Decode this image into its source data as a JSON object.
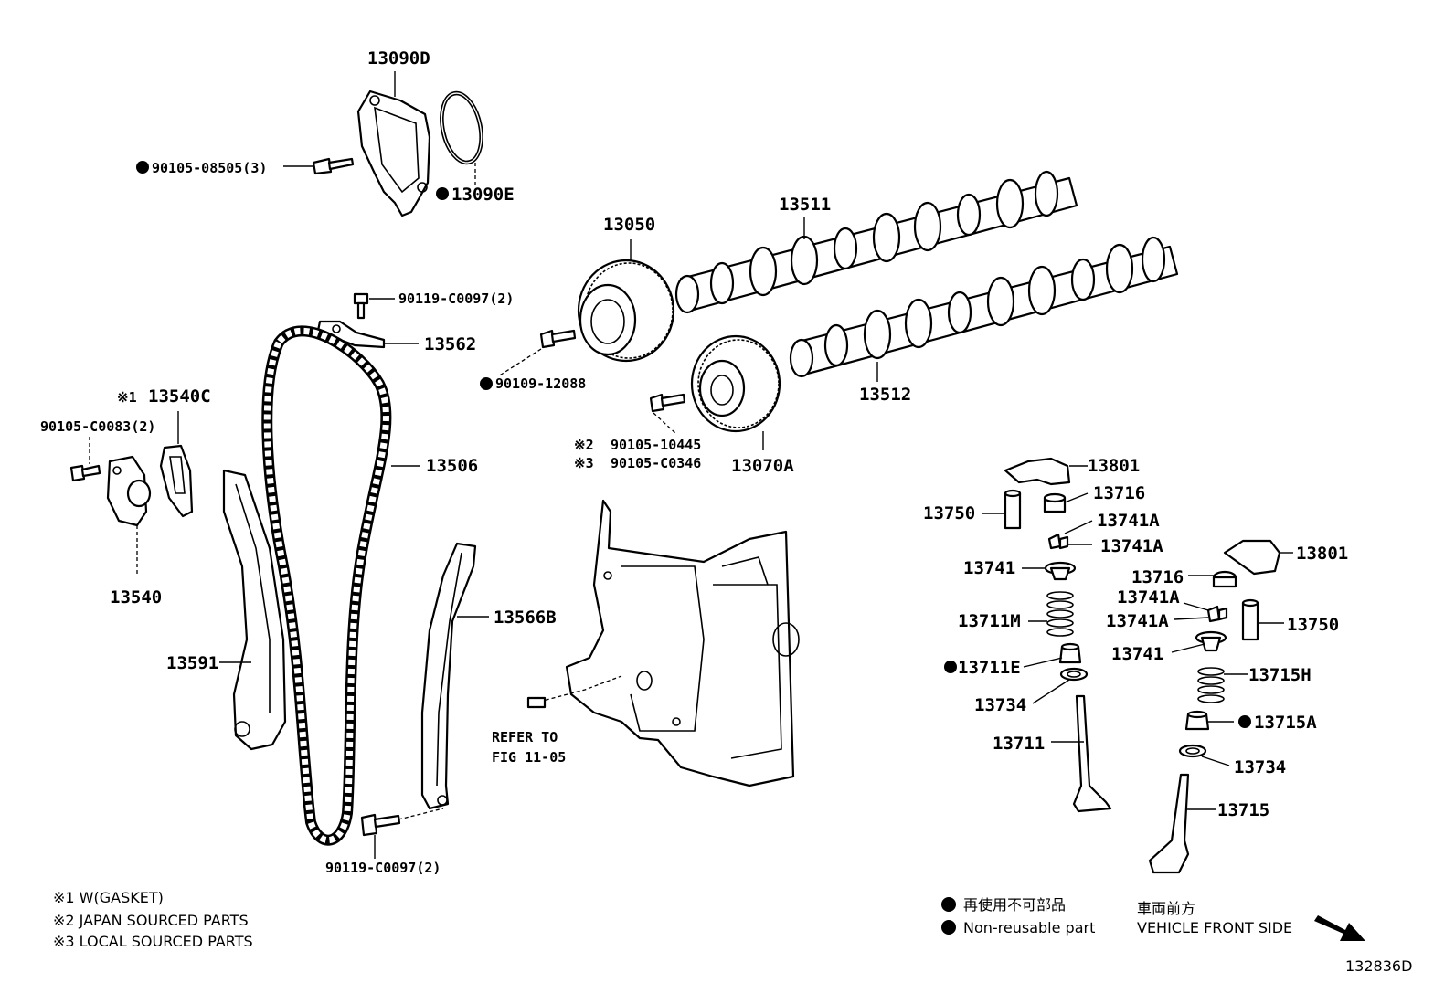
{
  "colors": {
    "ink": "#000000",
    "paper": "#ffffff"
  },
  "labels": {
    "p13090D": "13090D",
    "p90105_08505": "90105-08505(3)",
    "p13090E": "13090E",
    "p13050": "13050",
    "p13511": "13511",
    "p90119_top": "90119-C0097(2)",
    "p13562": "13562",
    "p90109": "90109-12088",
    "p13512": "13512",
    "p13540C_mark": "※1",
    "p13540C": "13540C",
    "p90105_C0083": "90105-C0083(2)",
    "p13506": "13506",
    "p13070A": "13070A",
    "p90105_10445_mark": "※2",
    "p90105_10445": "90105-10445",
    "p90105_C0346_mark": "※3",
    "p90105_C0346": "90105-C0346",
    "p13540": "13540",
    "p13566B": "13566B",
    "p13591": "13591",
    "refer_line1": "REFER TO",
    "refer_line2": "FIG 11-05",
    "p90119_bottom": "90119-C0097(2)",
    "p13801_a": "13801",
    "p13716_a": "13716",
    "p13750_a": "13750",
    "p13741A_a1": "13741A",
    "p13741A_a2": "13741A",
    "p13741_a": "13741",
    "p13711M": "13711M",
    "p13711E": "13711E",
    "p13734_a": "13734",
    "p13711": "13711",
    "p13801_b": "13801",
    "p13716_b": "13716",
    "p13741A_b1": "13741A",
    "p13741A_b2": "13741A",
    "p13750_b": "13750",
    "p13741_b": "13741",
    "p13715H": "13715H",
    "p13715A": "13715A",
    "p13734_b": "13734",
    "p13715": "13715"
  },
  "notes": {
    "n1": "※1 W(GASKET)",
    "n2": "※2 JAPAN SOURCED PARTS",
    "n3": "※3 LOCAL SOURCED PARTS"
  },
  "legend": {
    "jp_nonreusable": "再使用不可部品",
    "nonreusable": "Non-reusable part",
    "jp_front": "車両前方",
    "front": "VEHICLE FRONT SIDE"
  },
  "figure_id": "132836D",
  "icons": {
    "nonreusable": "filled-circle",
    "direction": "arrow-down-right"
  }
}
